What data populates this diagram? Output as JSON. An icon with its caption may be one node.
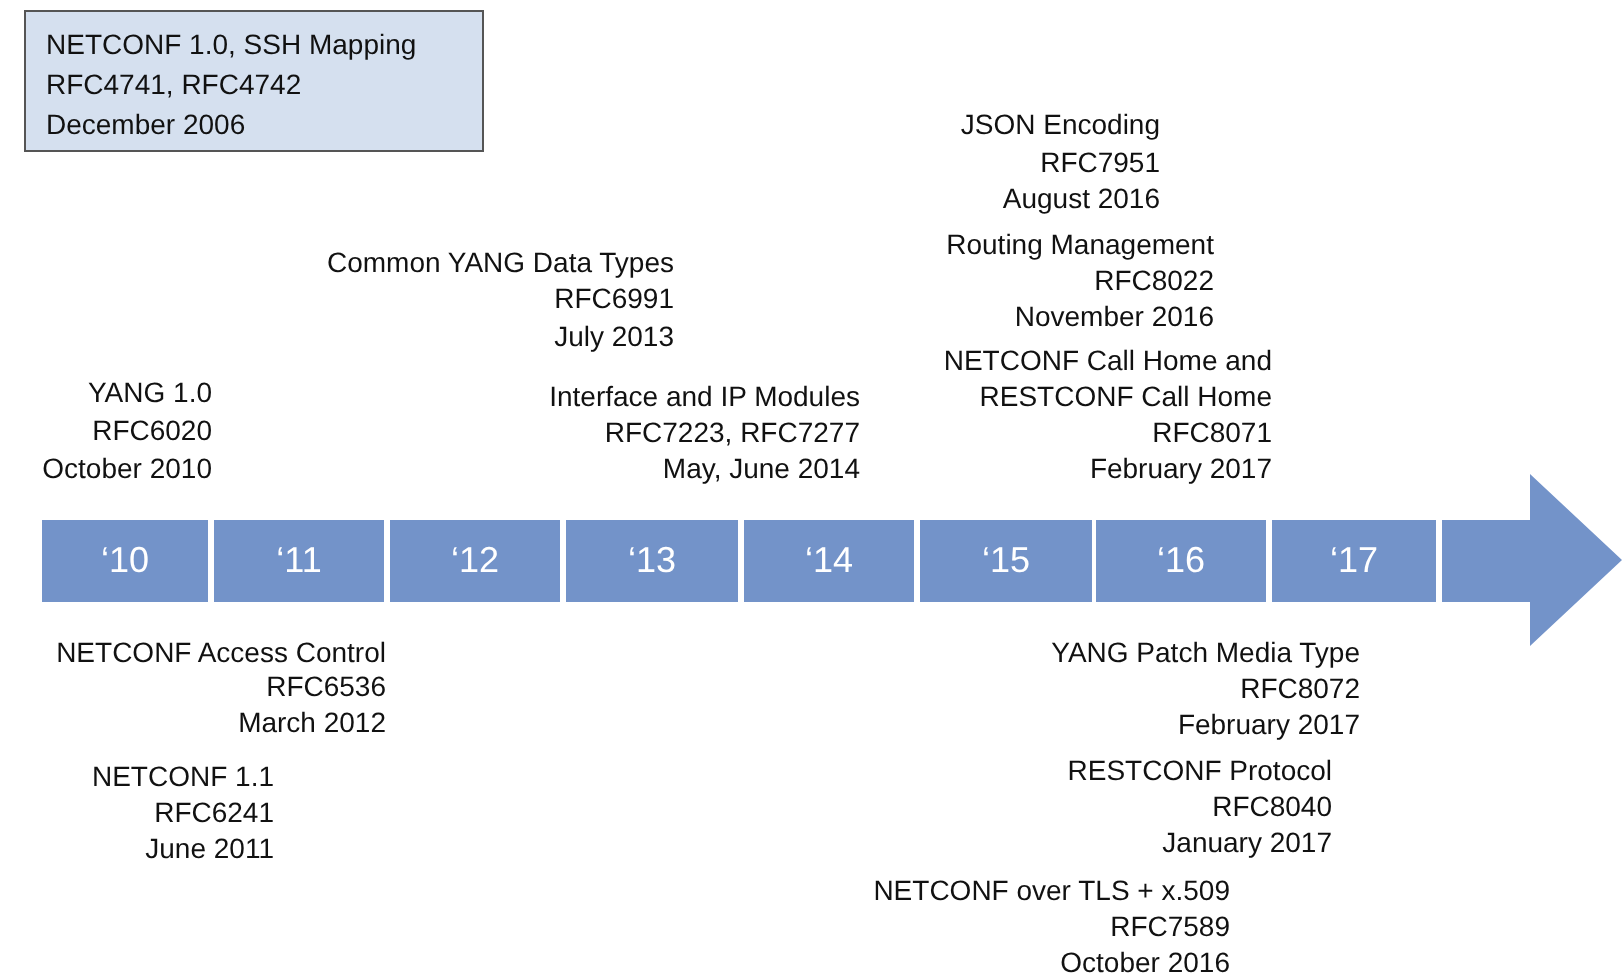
{
  "diagram": {
    "nodes": [
      {
        "text": [
          "NETCONF 1.0, SSH Mapping",
          "RFC4741, RFC4742",
          "December 2006"
        ]
      },
      {
        "text": [
          "‘10"
        ]
      },
      {
        "text": [
          "‘11"
        ]
      },
      {
        "text": [
          "‘12"
        ]
      },
      {
        "text": [
          "‘13"
        ]
      },
      {
        "text": [
          "‘14"
        ]
      },
      {
        "text": [
          "‘15"
        ]
      },
      {
        "text": [
          "‘16"
        ]
      },
      {
        "text": [
          "‘17"
        ]
      },
      {
        "text": [],
        "shape": "arrow"
      }
    ],
    "edges": [],
    "labels": [
      "JSON Encoding",
      "RFC7951",
      "August 2016",
      "Routing Management",
      "RFC8022",
      "November 2016",
      "Common YANG Data Types",
      "RFC6991",
      "July 2013",
      "NETCONF Call Home and",
      "RESTCONF Call Home",
      "RFC8071",
      "February 2017",
      "YANG 1.0",
      "RFC6020",
      "October 2010",
      "Interface and IP Modules",
      "RFC7223, RFC7277",
      "May, June 2014",
      "NETCONF Access Control",
      "RFC6536",
      "March 2012",
      "YANG Patch Media Type",
      "RFC8072",
      "February 2017",
      "NETCONF 1.1",
      "RFC6241",
      "June 2011",
      "RESTCONF Protocol",
      "RFC8040",
      "January 2017",
      "NETCONF over TLS + x.509",
      "RFC7589",
      "October 2016"
    ]
  }
}
